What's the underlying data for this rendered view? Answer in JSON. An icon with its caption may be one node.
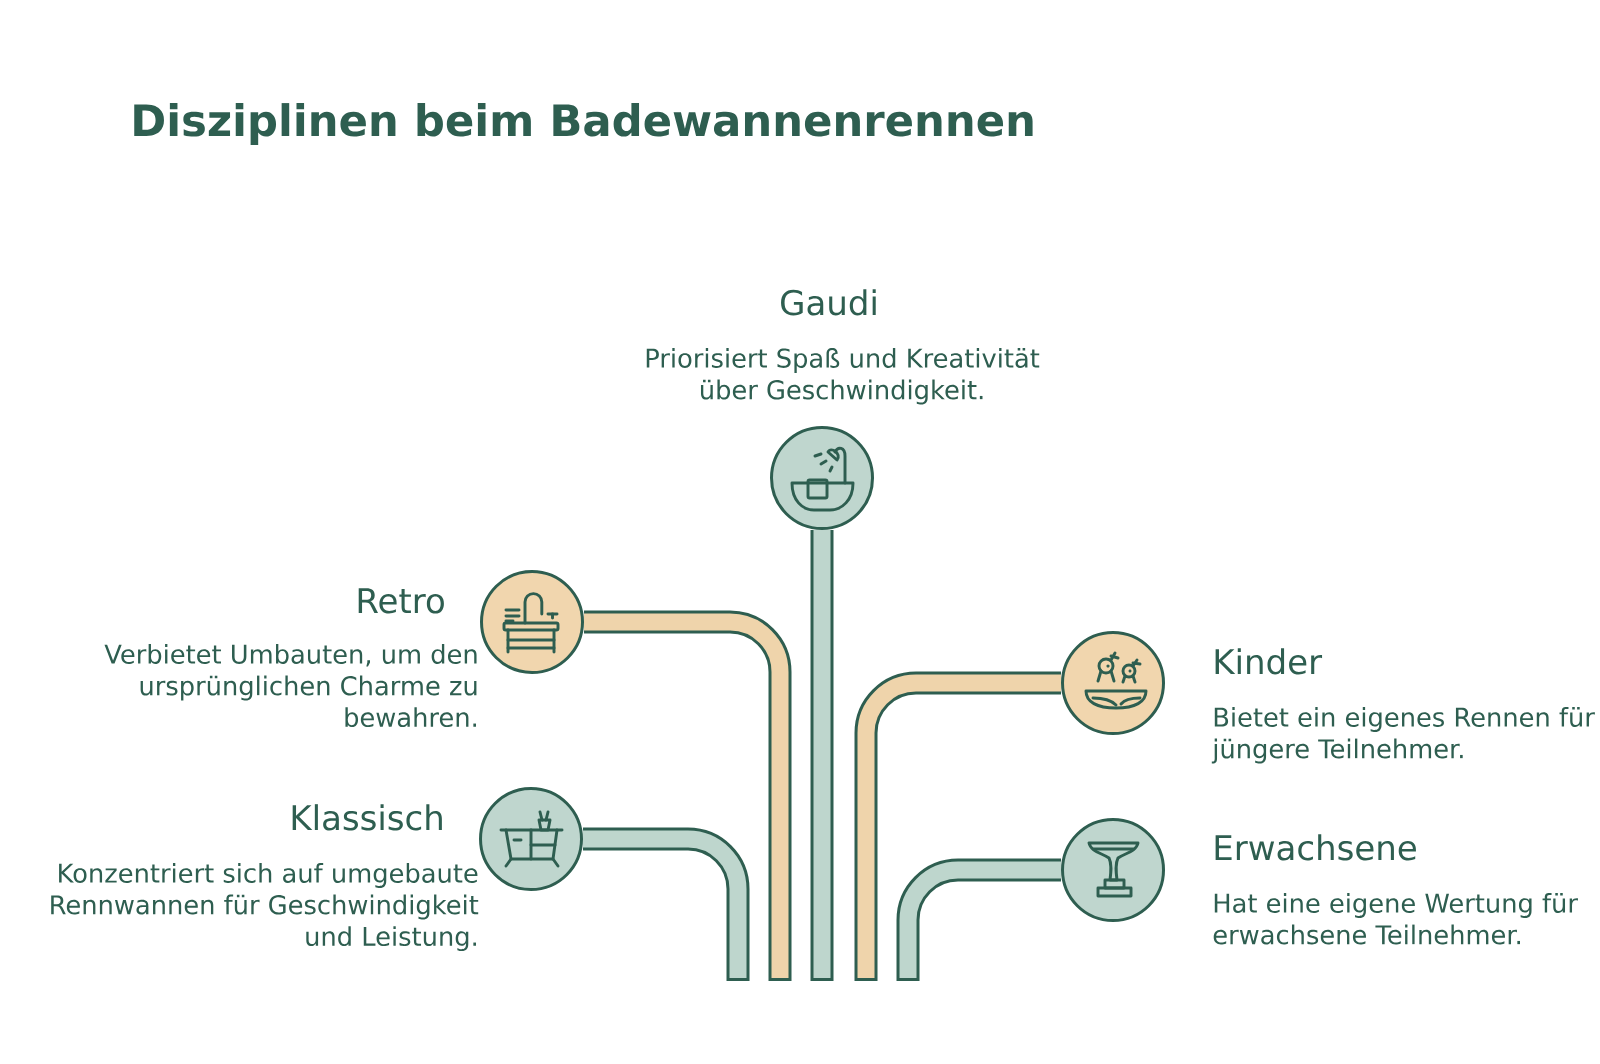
{
  "diagram": {
    "title": "Disziplinen beim Badewannenrennen",
    "nodes": [
      {
        "text": [],
        "shape": "circle",
        "beside": [
          "Gaudi",
          "Priorisiert Spaß und Kreativität über Geschwindigkeit."
        ]
      },
      {
        "text": [],
        "shape": "circle",
        "beside": [
          "Retro",
          "Verbietet Umbauten, um den ursprünglichen Charme zu bewahren."
        ]
      },
      {
        "text": [],
        "shape": "circle",
        "beside": [
          "Kinder",
          "Bietet ein eigenes Rennen für jüngere Teilnehmer."
        ]
      },
      {
        "text": [],
        "shape": "circle",
        "beside": [
          "Klassisch",
          "Konzentriert sich auf umgebaute Rennwannen für Geschwindigkeit und Leistung."
        ]
      },
      {
        "text": [],
        "shape": "circle",
        "beside": [
          "Erwachsene",
          "Hat eine eigene Wertung für erwachsene Teilnehmer."
        ]
      }
    ],
    "edges": [
      {
        "from": 0,
        "to": null,
        "arrow": "none"
      },
      {
        "from": 1,
        "to": null,
        "arrow": "none",
        "color": "#efd4ab"
      },
      {
        "from": 2,
        "to": null,
        "arrow": "none",
        "color": "#efd4ab"
      },
      {
        "from": 3,
        "to": null,
        "arrow": "none"
      },
      {
        "from": 4,
        "to": null,
        "arrow": "none"
      }
    ]
  }
}
